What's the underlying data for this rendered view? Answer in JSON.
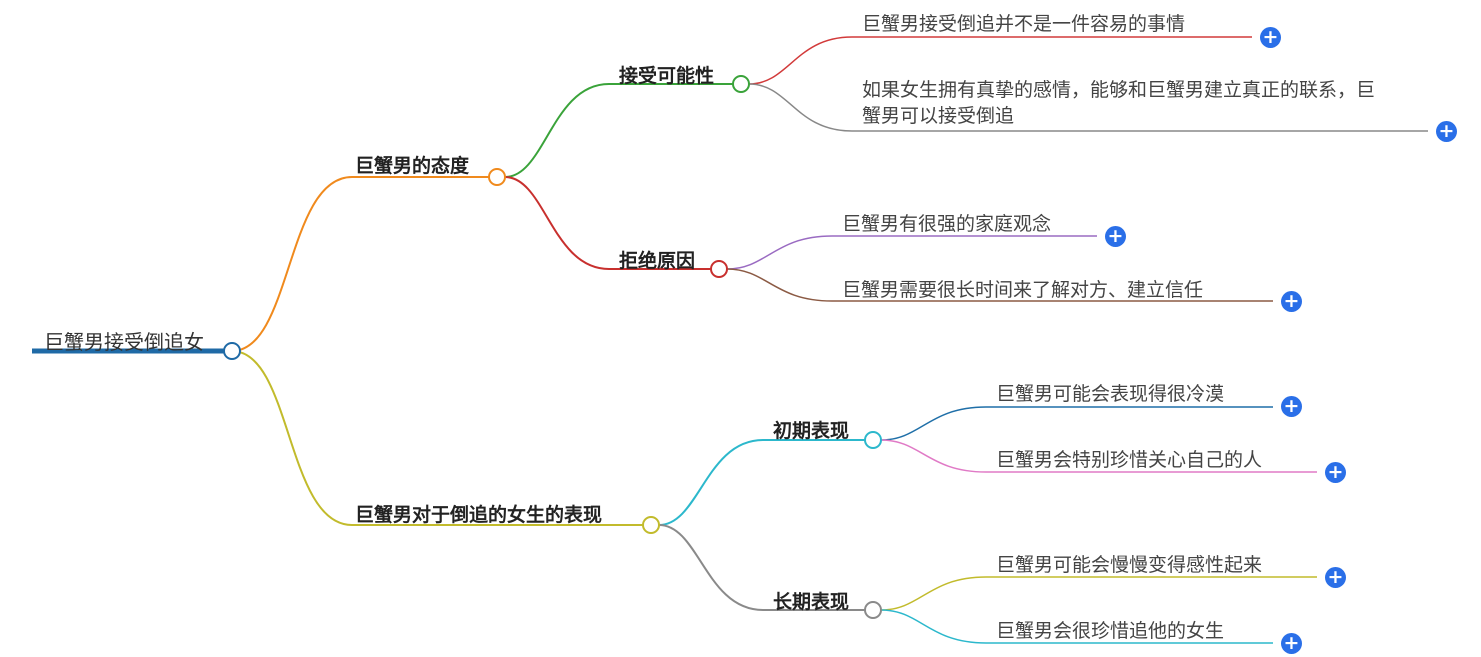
{
  "root": {
    "label": "巨蟹男接受倒追女",
    "color": "#1f6aa6"
  },
  "branches": [
    {
      "label": "巨蟹男的态度",
      "color": "#f08a1d",
      "children": [
        {
          "label": "接受可能性",
          "color": "#3aa33a",
          "children": [
            {
              "label": "巨蟹男接受倒追并不是一件容易的事情",
              "color": "#d23a3a"
            },
            {
              "label": "如果女生拥有真挚的感情，能够和巨蟹男建立真正的联系，巨蟹男可以接受倒追",
              "color": "#888888"
            }
          ]
        },
        {
          "label": "拒绝原因",
          "color": "#c8302e",
          "children": [
            {
              "label": "巨蟹男有很强的家庭观念",
              "color": "#9a6bc2"
            },
            {
              "label": "巨蟹男需要很长时间来了解对方、建立信任",
              "color": "#8b5a44"
            }
          ]
        }
      ]
    },
    {
      "label": "巨蟹男对于倒追的女生的表现",
      "color": "#c2bb2c",
      "children": [
        {
          "label": "初期表现",
          "color": "#2cb8cc",
          "children": [
            {
              "label": "巨蟹男可能会表现得很冷漠",
              "color": "#1f6fa8"
            },
            {
              "label": "巨蟹男会特别珍惜关心自己的人",
              "color": "#e07ac6"
            }
          ]
        },
        {
          "label": "长期表现",
          "color": "#8a8a8a",
          "children": [
            {
              "label": "巨蟹男可能会慢慢变得感性起来",
              "color": "#c2bb2c"
            },
            {
              "label": "巨蟹男会很珍惜追他的女生",
              "color": "#2cb8cc"
            }
          ]
        }
      ]
    }
  ],
  "expand_icon": "plus-circle-icon",
  "expand_color": "#2a6fe8"
}
